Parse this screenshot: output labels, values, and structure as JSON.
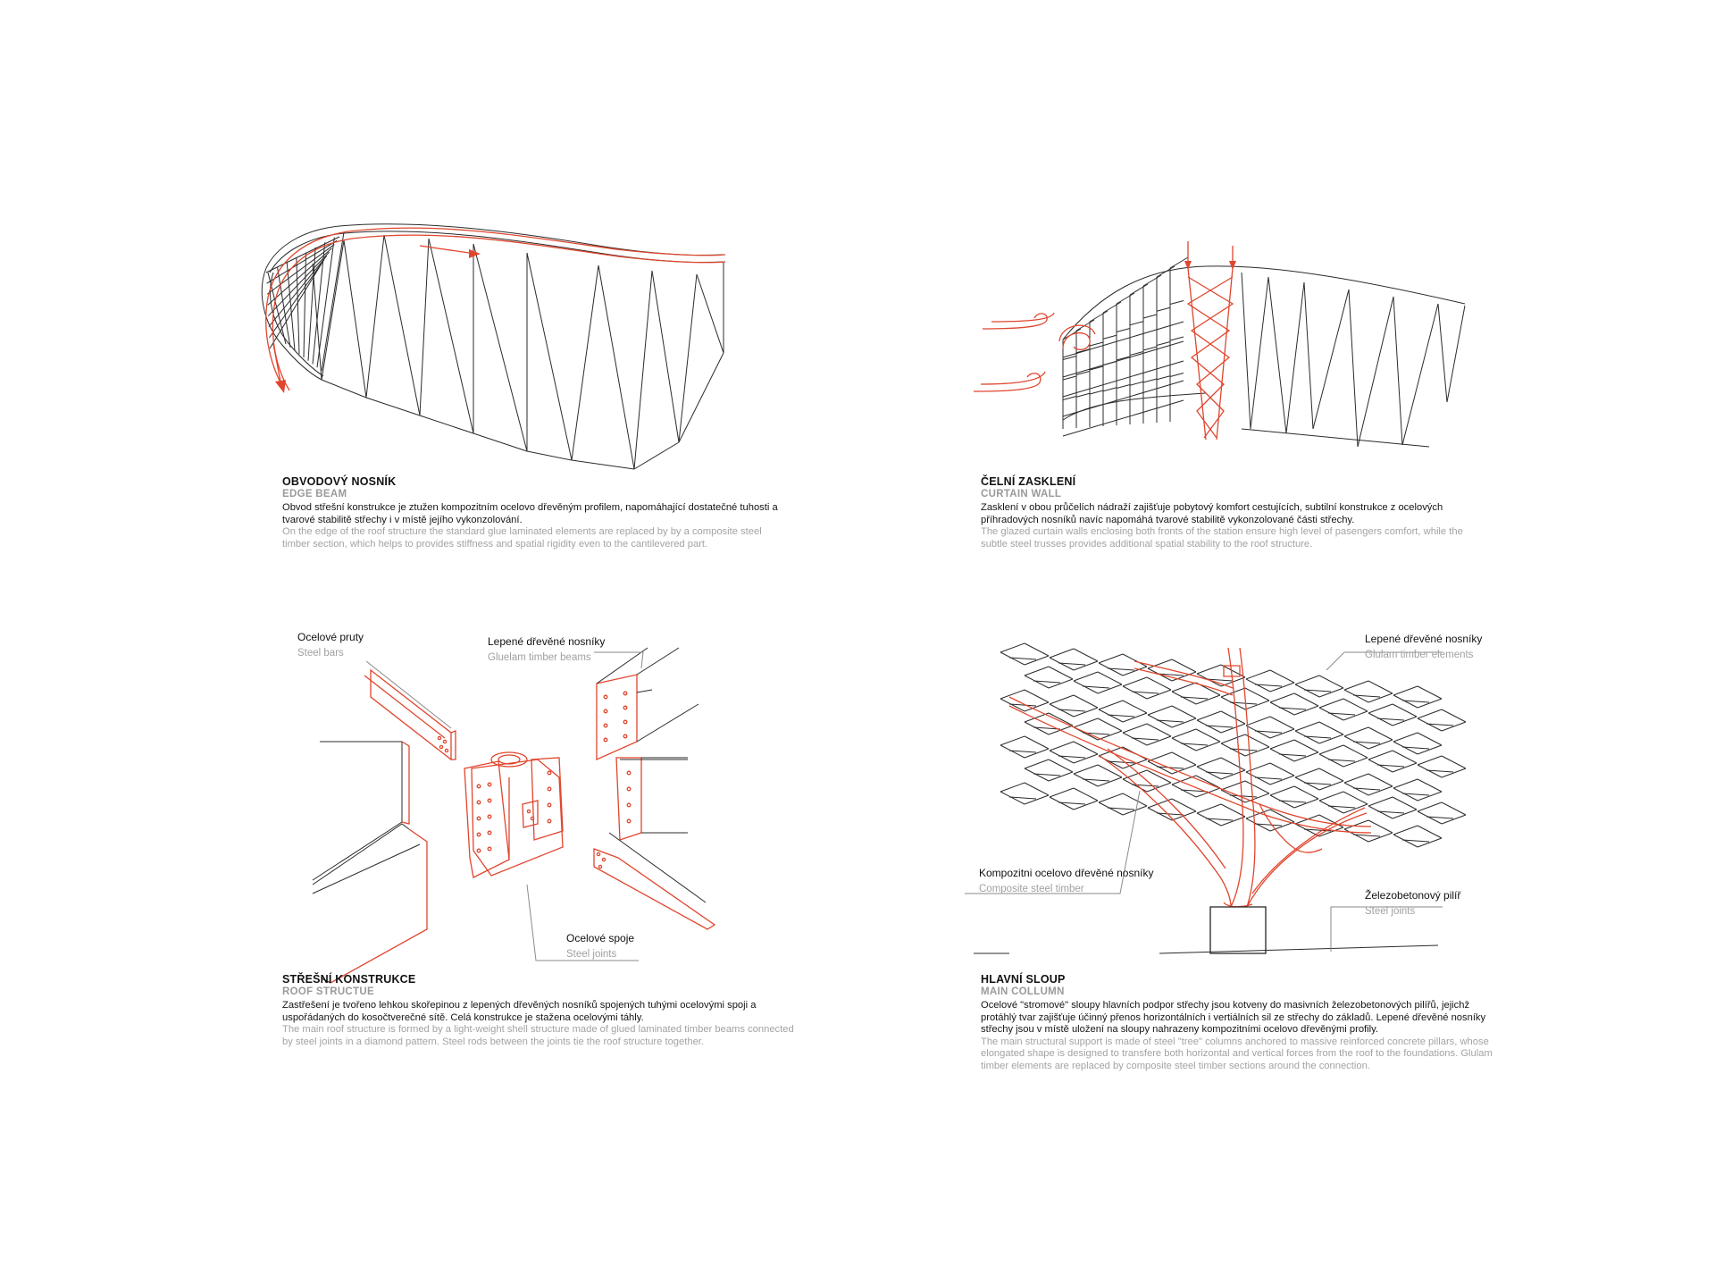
{
  "panels": {
    "edge_beam": {
      "title": "OBVODOVÝ NOSNÍK",
      "subtitle": "EDGE BEAM",
      "text_cz": "Obvod střešní konstrukce je ztužen kompozitním ocelovo dřevěným profilem, napomáhající dostatečné tuhosti a tvarové stabilitě střechy i v místě jejího vykonzolování.",
      "text_en": "On the edge of the roof structure the standard glue laminated elements are replaced by by a composite steel timber section, which helps to provides stiffness and spatial rigidity even to the cantilevered part."
    },
    "curtain_wall": {
      "title": "ČELNÍ ZASKLENÍ",
      "subtitle": "CURTAIN WALL",
      "text_cz": "Zasklení v obou průčelích nádraží zajišťuje pobytový komfort cestujících, subtilní konstrukce z ocelových příhradových nosníků navíc napomáhá tvarové stabilitě vykonzolované části střechy.",
      "text_en": "The glazed curtain walls enclosing both fronts of the station ensure high level of pasengers comfort, while the subtle steel trusses provides additional spatial stability to the roof structure."
    },
    "roof_structure": {
      "title": "STŘEŠNÍ KONSTRUKCE",
      "subtitle": "ROOF STRUCTUE",
      "text_cz": "Zastřešení je tvořeno lehkou skořepinou z lepených dřevěných nosníků spojených tuhými ocelovými spoji a uspořádaných do kosočtverečné sítě. Celá konstrukce je stažena ocelovými táhly.",
      "text_en": "The main roof structure is formed by a light-weight shell structure made of glued laminated timber beams connected by steel joints in a diamond pattern. Steel rods between the joints tie the roof structure together.",
      "labels": {
        "steel_bars_cz": "Ocelové pruty",
        "steel_bars_en": "Steel bars",
        "glulam_cz": "Lepené dřevěné nosníky",
        "glulam_en": "Gluelam timber beams",
        "joints_cz": "Ocelové spoje",
        "joints_en": "Steel joints"
      }
    },
    "main_column": {
      "title": "HLAVNÍ SLOUP",
      "subtitle": "MAIN COLLUMN",
      "text_cz": "Ocelové \"stromové\" sloupy hlavních podpor střechy jsou kotveny do masivních železobetonových pilířů, jejichž protáhlý tvar zajišťuje účinný přenos horizontálních i vertiálních sil ze střechy do základů. Lepené dřevěné nosníky střechy jsou v místě uložení na sloupy nahrazeny kompozitními ocelovo dřevěnými profily.",
      "text_en": "The main structural support is made of steel \"tree\" columns anchored to massive reinforced concrete pillars, whose elongated shape is designed to transfere both horizontal and vertical forces from the roof to the foundations. Glulam timber elements are replaced by composite steel timber sections around the connection.",
      "labels": {
        "glulam_cz": "Lepené dřevěné nosníky",
        "glulam_en": "Glulam timber elements",
        "composite_cz": "Kompozitni ocelovo dřevěné nosníky",
        "composite_en": "Composite steel timber",
        "pillar_cz": "Železobetonový pilíř",
        "pillar_en": "Steel joints"
      }
    }
  },
  "colors": {
    "accent_red": "#e0462e",
    "line_black": "#2b2b2b",
    "caption_grey": "#a3a3a3"
  }
}
